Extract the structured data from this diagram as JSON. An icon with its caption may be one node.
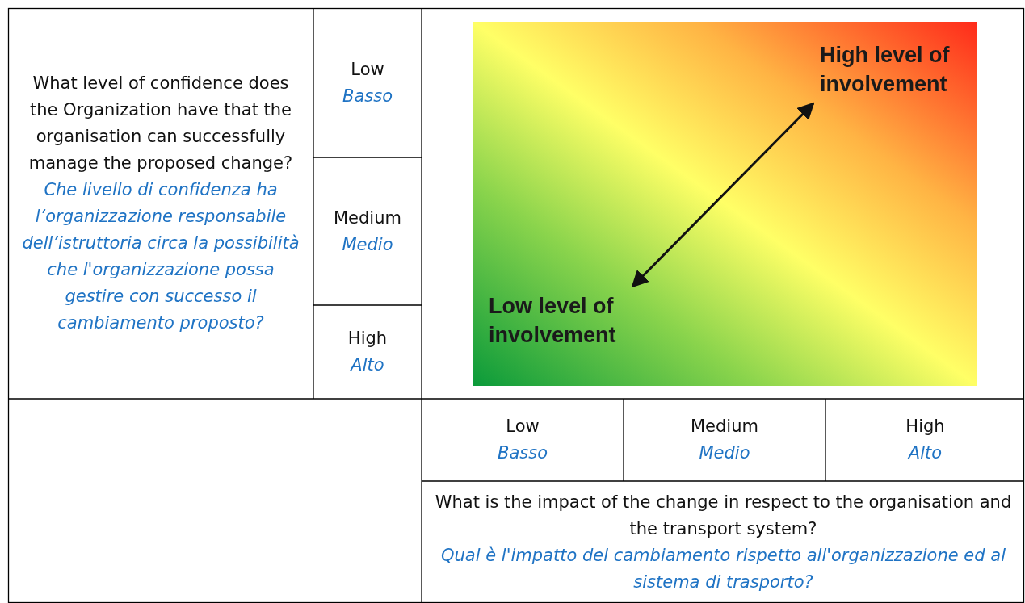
{
  "diagram": {
    "nodes": [
      {
        "text": [
          "High level of involvement"
        ]
      },
      {
        "text": [
          "Low level of involvement"
        ]
      }
    ],
    "edges": [
      {
        "from": 1,
        "to": 0,
        "arrow": "both"
      }
    ],
    "labels": [
      "What level of confidence does the Organization have that the organisation can successfully manage the proposed change?",
      "Che livello di confidenza ha l’organizzazione responsabile dell’istruttoria circa la possibilità che l'organizzazione possa gestire con successo il cambiamento proposto?",
      "Low",
      "Basso",
      "Medium",
      "Medio",
      "High",
      "Alto",
      "Low",
      "Basso",
      "Medium",
      "Medio",
      "High",
      "Alto",
      "What is the impact of the change in respect to the organisation and the transport system?",
      "Qual è l'impatto del cambiamento rispetto all'organizzazione ed al sistema di trasporto?"
    ]
  }
}
